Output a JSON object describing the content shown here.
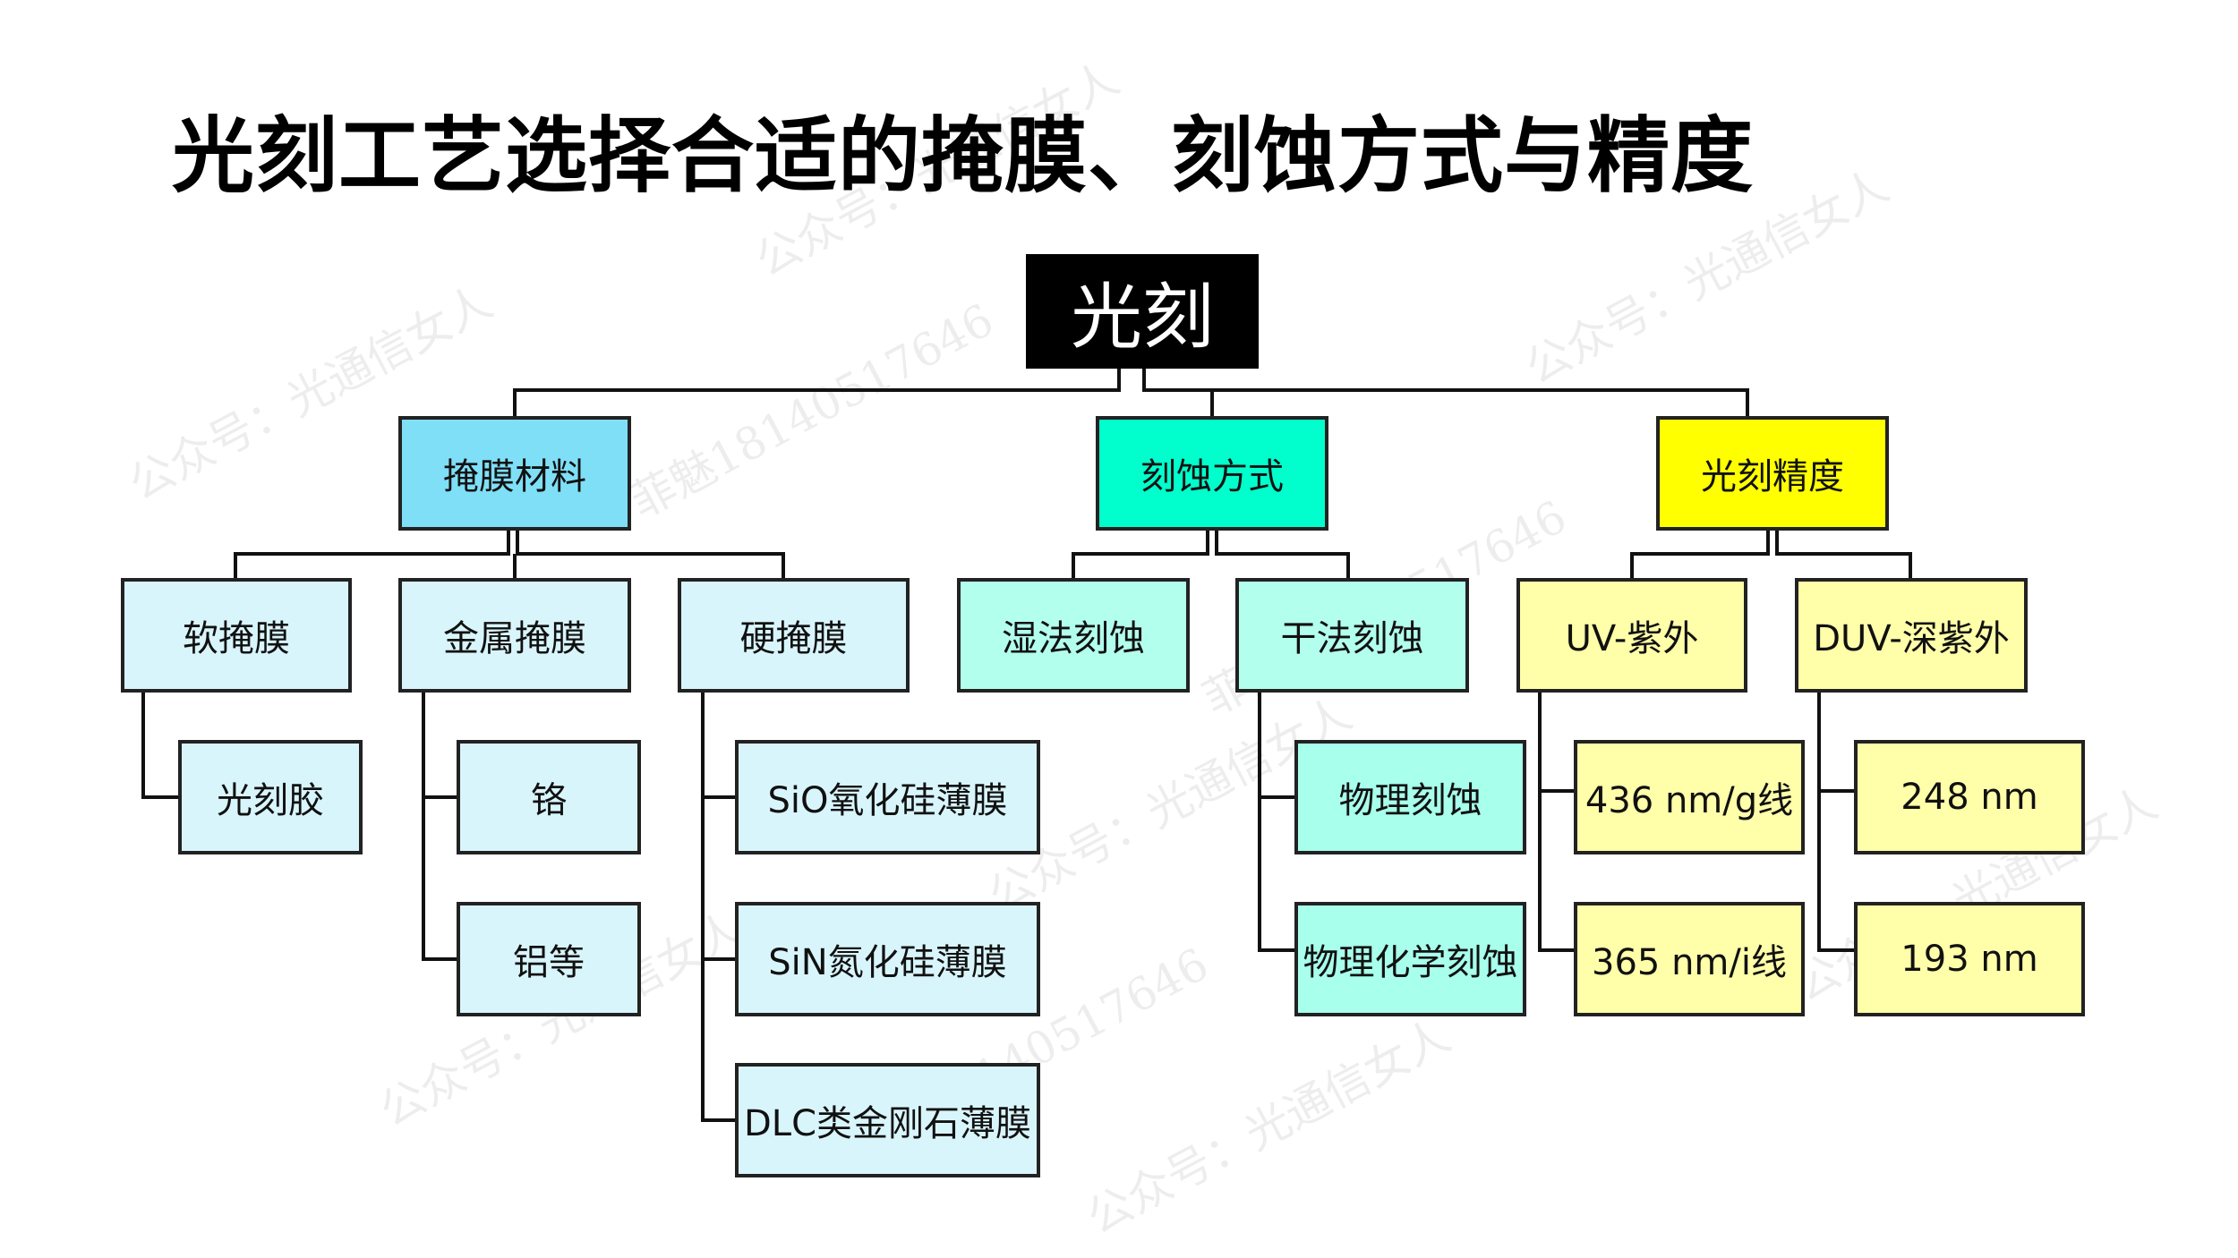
{
  "title": "光刻工艺选择合适的掩膜、刻蚀方式与精度",
  "root": "光刻",
  "level1": [
    "掩膜材料",
    "刻蚀方式",
    "光刻精度"
  ],
  "level2": [
    "软掩膜",
    "金属掩膜",
    "硬掩膜",
    "湿法刻蚀",
    "干法刻蚀",
    "UV-紫外",
    "DUV-深紫外"
  ],
  "level3": {
    "soft_mask": [
      "光刻胶"
    ],
    "metal_mask": [
      "铬",
      "铝等"
    ],
    "hard_mask": [
      "SiO氧化硅薄膜",
      "SiN氮化硅薄膜",
      "DLC类金刚石薄膜"
    ],
    "dry_etch": [
      "物理刻蚀",
      "物理化学刻蚀"
    ],
    "uv": [
      "436 nm/g线",
      "365 nm/i线"
    ],
    "duv": [
      "248 nm",
      "193 nm"
    ]
  },
  "watermarks": [
    "公众号：光通信女人",
    "菲魅18140517646"
  ],
  "colors": {
    "mask": "#7fdff7",
    "etch": "#00ffcc",
    "precision": "#ffff00",
    "mask_light": "#d9f5fc",
    "etch_light": "#b3ffee",
    "precision_light": "#ffffaa"
  }
}
